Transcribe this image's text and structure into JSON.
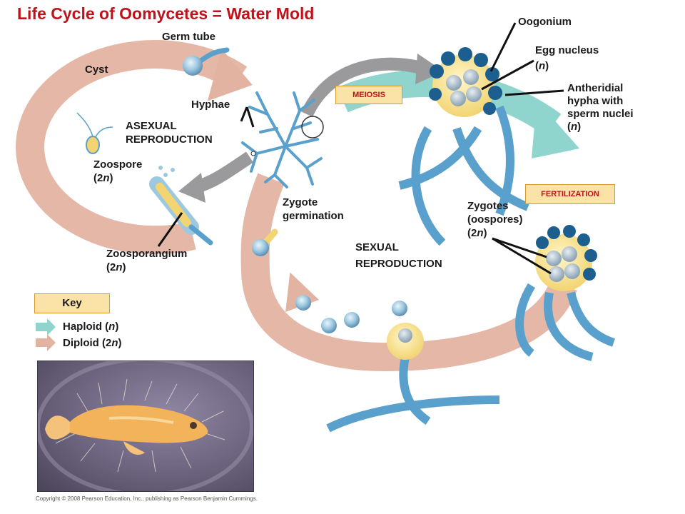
{
  "title": "Life Cycle of Oomycetes = Water Mold",
  "labels": {
    "germ_tube": "Germ tube",
    "cyst": "Cyst",
    "hyphae": "Hyphae",
    "asexual_1": "ASEXUAL",
    "asexual_2": "REPRODUCTION",
    "zoospore": "Zoospore",
    "zoospore_ploidy_pre": "(2",
    "zoospore_ploidy_n": "n",
    "zoospore_ploidy_post": ")",
    "zoosporangium": "Zoosporangium",
    "zoosporangium_ploidy_pre": "(2",
    "zoosporangium_ploidy_n": "n",
    "zoosporangium_ploidy_post": ")",
    "zygote_germ_1": "Zygote",
    "zygote_germ_2": "germination",
    "sexual_1": "SEXUAL",
    "sexual_2": "REPRODUCTION",
    "oogonium": "Oogonium",
    "egg_nucleus": "Egg nucleus",
    "egg_ploidy_pre": "(",
    "egg_ploidy_n": "n",
    "egg_ploidy_post": ")",
    "antheridial_1": "Antheridial",
    "antheridial_2": "hypha with",
    "antheridial_3": "sperm nuclei",
    "antheridial_ploidy_pre": "(",
    "antheridial_ploidy_n": "n",
    "antheridial_ploidy_post": ")",
    "zygotes_1": "Zygotes",
    "zygotes_2": "(oospores)",
    "zygotes_ploidy_pre": "(2",
    "zygotes_ploidy_n": "n",
    "zygotes_ploidy_post": ")"
  },
  "tags": {
    "meiosis": "MEIOSIS",
    "fertilization": "FERTILIZATION"
  },
  "key": {
    "title": "Key",
    "haploid_pre": "Haploid (",
    "haploid_n": "n",
    "haploid_post": ")",
    "diploid_pre": "Diploid (2",
    "diploid_n": "n",
    "diploid_post": ")"
  },
  "colors": {
    "diploid_arrow": "#e3b3a2",
    "haploid_arrow": "#8fd4cd",
    "gray_arrow": "#9a9a9c",
    "hyphae": "#5aa0cc",
    "title": "#c0121b",
    "tag_fill": "#fbe2a7"
  },
  "copyright": "Copyright © 2008 Pearson Education, Inc., publishing as Pearson Benjamin Cummings."
}
